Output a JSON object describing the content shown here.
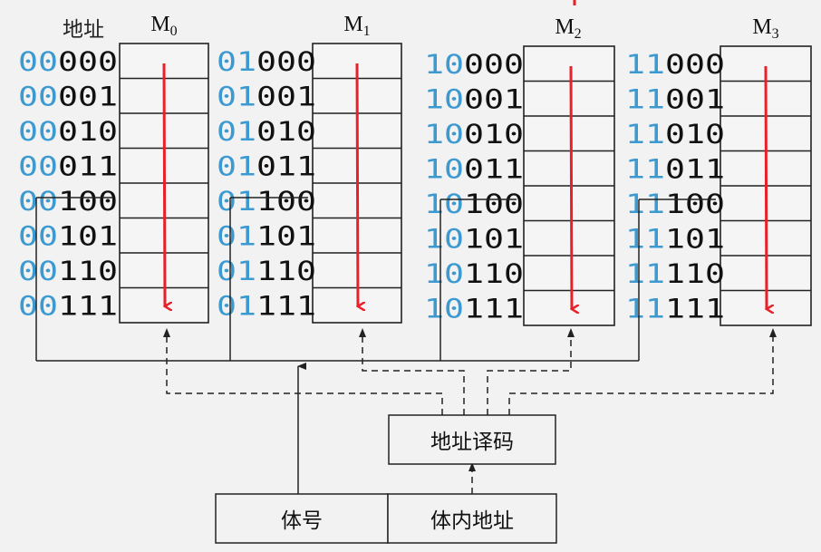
{
  "header": {
    "address_label": "地址"
  },
  "modules": [
    {
      "name": "M",
      "sub": "0",
      "prefix": "00"
    },
    {
      "name": "M",
      "sub": "1",
      "prefix": "01"
    },
    {
      "name": "M",
      "sub": "2",
      "prefix": "10"
    },
    {
      "name": "M",
      "sub": "3",
      "prefix": "11"
    }
  ],
  "offsets": [
    "000",
    "001",
    "010",
    "011",
    "100",
    "101",
    "110",
    "111"
  ],
  "boxes": {
    "decoder": "地址译码",
    "bank_number": "体号",
    "in_bank_address": "体内地址"
  },
  "colors": {
    "prefix": "#3d9ad1",
    "text": "#111111",
    "arrow": "#e8202a",
    "line": "#222222"
  }
}
